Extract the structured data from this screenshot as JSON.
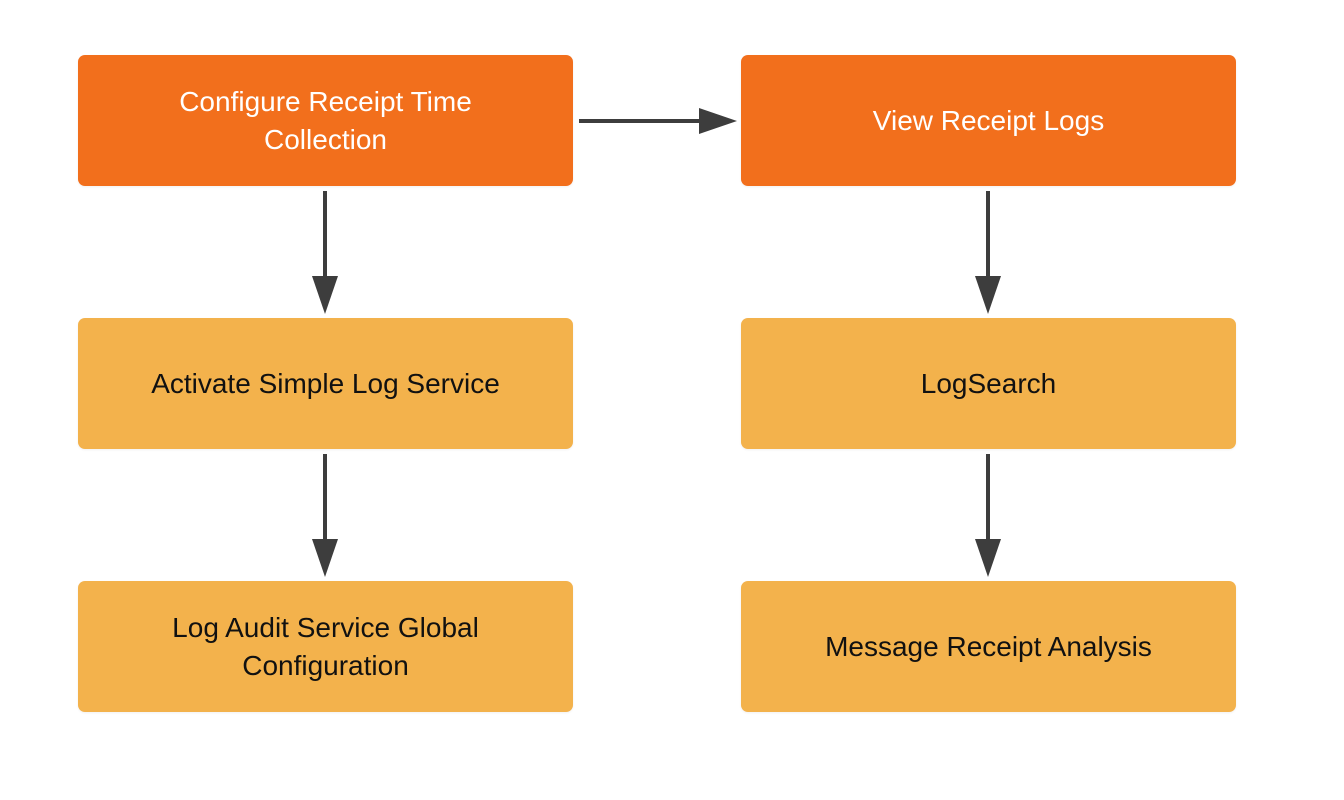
{
  "diagram": {
    "colors": {
      "primary_fill": "#f26f1c",
      "secondary_fill": "#f3b24c",
      "connector": "#3d3d3d"
    },
    "nodes": {
      "configure": {
        "label": "Configure Receipt Time Collection"
      },
      "view": {
        "label": "View Receipt Logs"
      },
      "activate": {
        "label": "Activate Simple Log Service"
      },
      "logsearch": {
        "label": "LogSearch"
      },
      "audit": {
        "label": "Log Audit Service Global Configuration"
      },
      "analysis": {
        "label": "Message Receipt Analysis"
      }
    },
    "edges": [
      {
        "from": "configure",
        "to": "view"
      },
      {
        "from": "configure",
        "to": "activate"
      },
      {
        "from": "activate",
        "to": "audit"
      },
      {
        "from": "view",
        "to": "logsearch"
      },
      {
        "from": "logsearch",
        "to": "analysis"
      }
    ]
  }
}
